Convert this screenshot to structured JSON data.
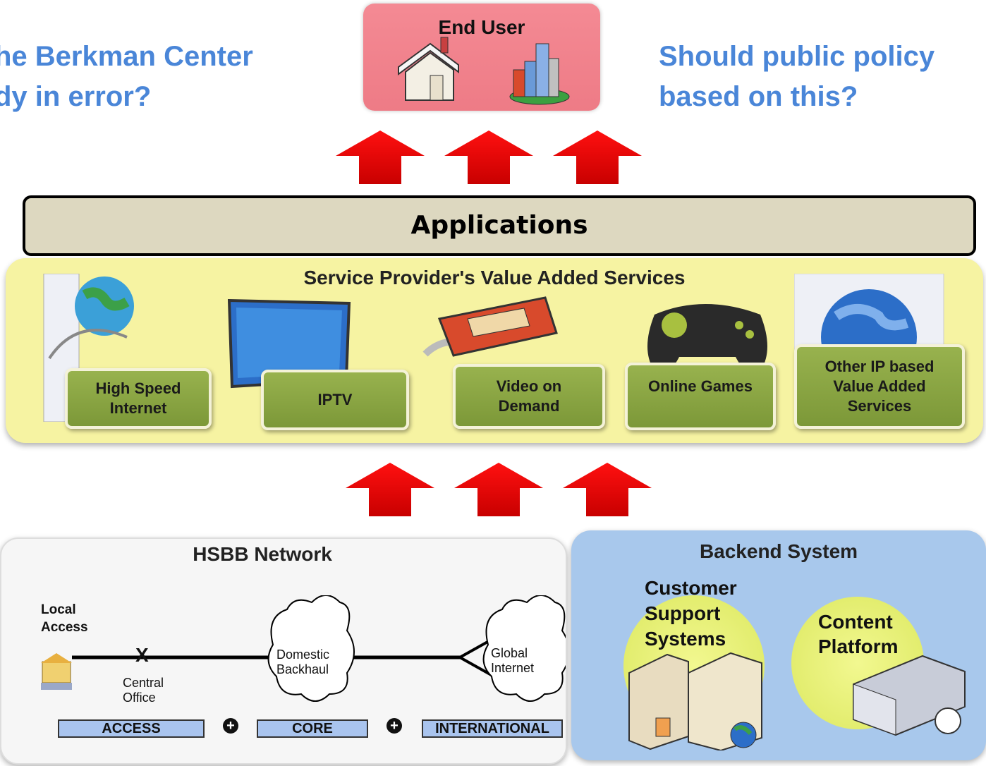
{
  "questions": {
    "left_line1": "he Berkman Center",
    "left_line2": "dy in error?",
    "right_line1": "Should public policy",
    "right_line2": "based on this?"
  },
  "end_user": {
    "title": "End User",
    "icons": [
      "house-icon",
      "city-buildings-icon"
    ]
  },
  "applications": {
    "label": "Applications"
  },
  "value_added": {
    "title": "Service Provider's Value Added Services",
    "services": [
      {
        "line1": "High Speed",
        "line2": "Internet",
        "icon": "globe-network-icon"
      },
      {
        "line1": "IPTV",
        "line2": "",
        "icon": "tv-monitor-icon"
      },
      {
        "line1": "Video on",
        "line2": "Demand",
        "icon": "video-tape-icon"
      },
      {
        "line1": "Online Games",
        "line2": "",
        "icon": "gamepad-icon"
      },
      {
        "line1": "Other  IP based",
        "line2": "Value Added",
        "line3": "Services",
        "icon": "globe-icon"
      }
    ]
  },
  "hsbb": {
    "title": "HSBB Network",
    "local_access_line1": "Local",
    "local_access_line2": "Access",
    "central_office_line1": "Central",
    "central_office_line2": "Office",
    "x_mark": "X",
    "domestic_line1": "Domestic",
    "domestic_line2": "Backhaul",
    "global_line1": "Global",
    "global_line2": "Internet",
    "segments": [
      "ACCESS",
      "CORE",
      "INTERNATIONAL"
    ],
    "plus": "+"
  },
  "backend": {
    "title": "Backend System",
    "css_line1": "Customer",
    "css_line2": "Support",
    "css_line3": "Systems",
    "cp_line1": "Content",
    "cp_line2": "Platform"
  },
  "colors": {
    "question_text": "#4a86d8",
    "arrow": "#ee0000",
    "end_user_bg": "#f48a94",
    "applications_bg": "#ddd8c0",
    "value_added_bg": "#f6f3a2",
    "service_box": "#8ca844",
    "backend_bg": "#a8c8ec",
    "circle_green": "#e8f47a"
  }
}
